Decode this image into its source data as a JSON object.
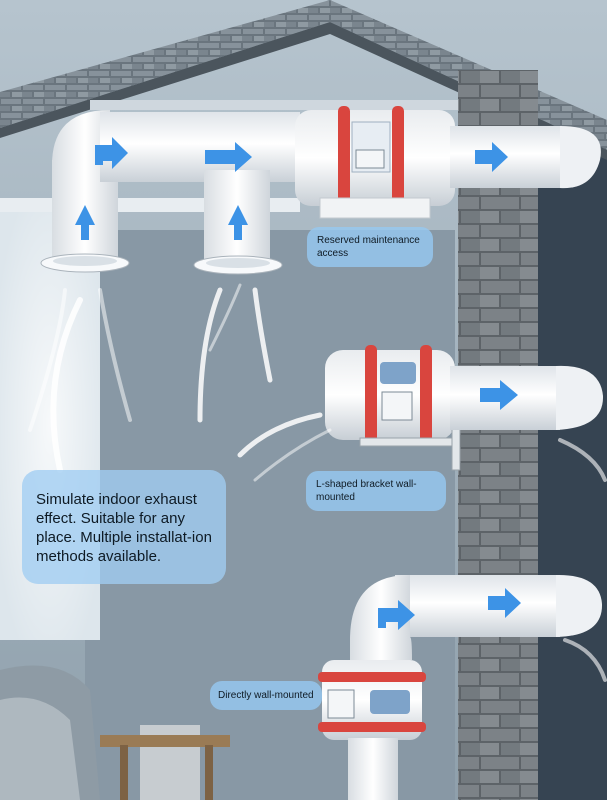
{
  "callouts": {
    "maintenance": "Reserved maintenance access",
    "bracket": "L-shaped bracket wall-mounted",
    "wall": "Directly wall-mounted",
    "main": "Simulate indoor exhaust effect. Suitable for any place. Multiple installat-ion methods available."
  },
  "colors": {
    "wall": "#9aa9b4",
    "roof": "#5e6a73",
    "brick": "#6e7479",
    "duct": "#f2f4f6",
    "fan_band": "#d9453e",
    "arrow": "#3d93e6",
    "callout_bg": "#96c8f0"
  }
}
